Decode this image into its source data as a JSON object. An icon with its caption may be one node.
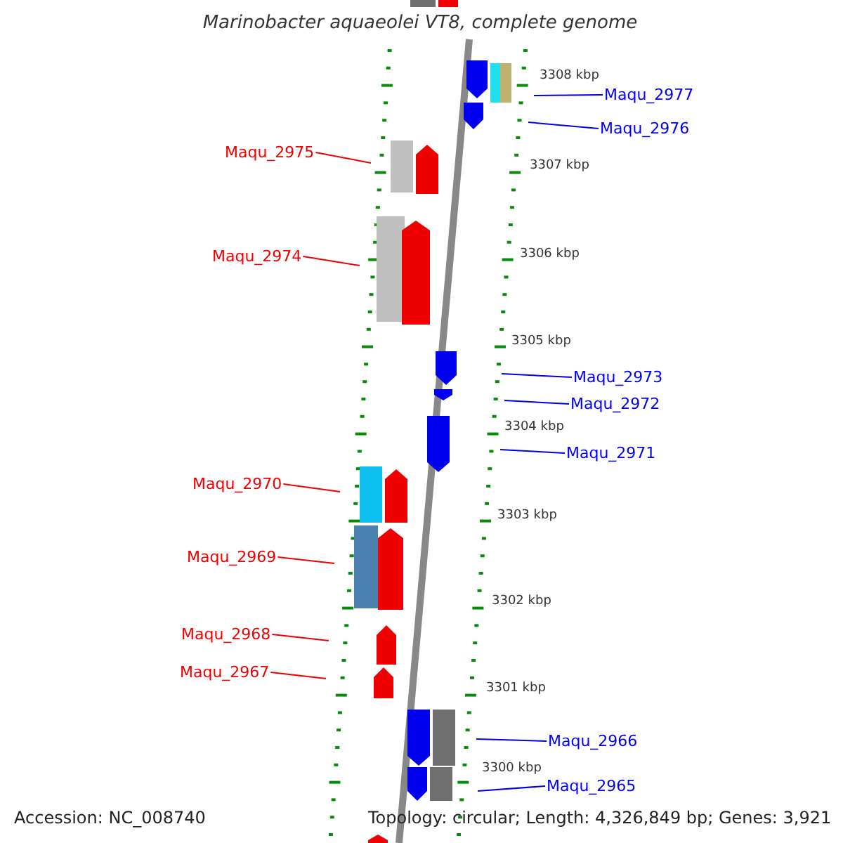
{
  "diagram": {
    "title": "Marinobacter aquaeolei VT8, complete genome",
    "nodes": [
      {
        "text": [
          "Maqu_2977"
        ]
      },
      {
        "text": [
          "Maqu_2976"
        ]
      },
      {
        "text": [
          "Maqu_2975"
        ]
      },
      {
        "text": [
          "Maqu_2974"
        ]
      },
      {
        "text": [
          "Maqu_2973"
        ]
      },
      {
        "text": [
          "Maqu_2972"
        ]
      },
      {
        "text": [
          "Maqu_2971"
        ]
      },
      {
        "text": [
          "Maqu_2970"
        ]
      },
      {
        "text": [
          "Maqu_2969"
        ]
      },
      {
        "text": [
          "Maqu_2968"
        ]
      },
      {
        "text": [
          "Maqu_2967"
        ]
      },
      {
        "text": [
          "Maqu_2966"
        ]
      },
      {
        "text": [
          "Maqu_2965"
        ]
      }
    ],
    "edges": [
      {
        "from": 0,
        "to": null,
        "arrow": "none"
      },
      {
        "from": 1,
        "to": null,
        "arrow": "none"
      },
      {
        "from": 2,
        "to": null,
        "arrow": "none",
        "color": "#ee0000"
      },
      {
        "from": 3,
        "to": null,
        "arrow": "none",
        "color": "#ee0000"
      },
      {
        "from": 4,
        "to": null,
        "arrow": "none"
      },
      {
        "from": 5,
        "to": null,
        "arrow": "none"
      },
      {
        "from": 6,
        "to": null,
        "arrow": "none"
      },
      {
        "from": 7,
        "to": null,
        "arrow": "none",
        "color": "#ee0000"
      },
      {
        "from": 8,
        "to": null,
        "arrow": "none",
        "color": "#ee0000"
      },
      {
        "from": 9,
        "to": null,
        "arrow": "none",
        "color": "#ee0000"
      },
      {
        "from": 10,
        "to": null,
        "arrow": "none",
        "color": "#ee0000"
      },
      {
        "from": 11,
        "to": null,
        "arrow": "none"
      },
      {
        "from": 12,
        "to": null,
        "arrow": "none"
      }
    ],
    "labels": [
      "3308 kbp",
      "3307 kbp",
      "3306 kbp",
      "3305 kbp",
      "3304 kbp",
      "3303 kbp",
      "3302 kbp",
      "3301 kbp",
      "3300 kbp",
      "Accession: NC_008740",
      "Topology: circular; Length: 4,326,849 bp; Genes: 3,921"
    ]
  }
}
